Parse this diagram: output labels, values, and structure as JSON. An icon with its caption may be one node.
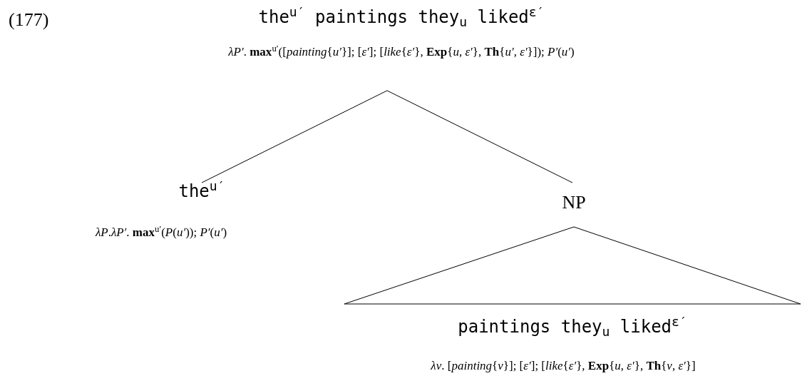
{
  "diagram": {
    "nodes": [
      {
        "text": [
          "the$^{u′}$ paintings they$_{u}$ liked$^{ε′}$",
          "*λP′*. **max**$^{u′}$([*painting*{*u′*}]; [*ε′*]; [*like*{*ε′*}, **Exp**{*u*, *ε′*}, **Th**{*u′*, *ε′*}]); *P′*(*u′*)"
        ]
      },
      {
        "text": [
          "the$^{u′}$",
          "*λP*.*λP′*. **max**$^{u′}$(*P*(*u′*)); *P′*(*u′*)"
        ]
      },
      {
        "text": [
          "NP"
        ]
      },
      {
        "text": [
          "paintings they$_{u}$ liked$^{ε′}$",
          "*λv*. [*painting*{*v*}]; [*ε′*]; [*like*{*ε′*}, **Exp**{*u*, *ε′*}, **Th**{*v*, *ε′*}]"
        ]
      }
    ],
    "edges": [
      {
        "from": 0,
        "to": 1,
        "arrow": "none"
      },
      {
        "from": 0,
        "to": 2,
        "arrow": "none"
      },
      {
        "from": 2,
        "to": 3,
        "arrow": "none"
      }
    ],
    "labels": [
      "(177)"
    ]
  }
}
